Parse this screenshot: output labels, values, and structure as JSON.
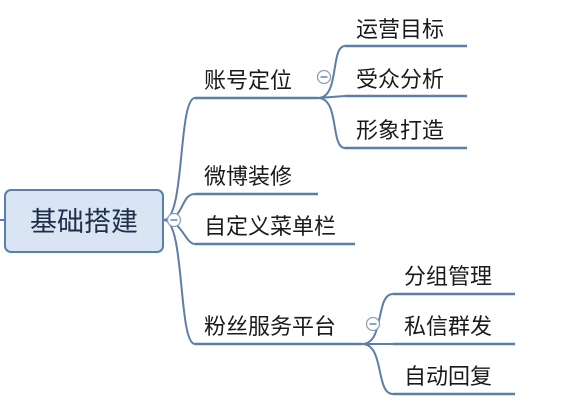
{
  "root": {
    "label": "基础搭建"
  },
  "branches": [
    {
      "label": "账号定位",
      "children": [
        {
          "label": "运营目标"
        },
        {
          "label": "受众分析"
        },
        {
          "label": "形象打造"
        }
      ]
    },
    {
      "label": "微博装修"
    },
    {
      "label": "自定义菜单栏"
    },
    {
      "label": "粉丝服务平台",
      "children": [
        {
          "label": "分组管理"
        },
        {
          "label": "私信群发"
        },
        {
          "label": "自动回复"
        }
      ]
    }
  ],
  "colors": {
    "connector": "#5b7fa8",
    "root_fill": "#d9e5f2",
    "root_border": "#5b7fa8",
    "underline": "#5b7fa8",
    "text": "#1a1a1a"
  }
}
